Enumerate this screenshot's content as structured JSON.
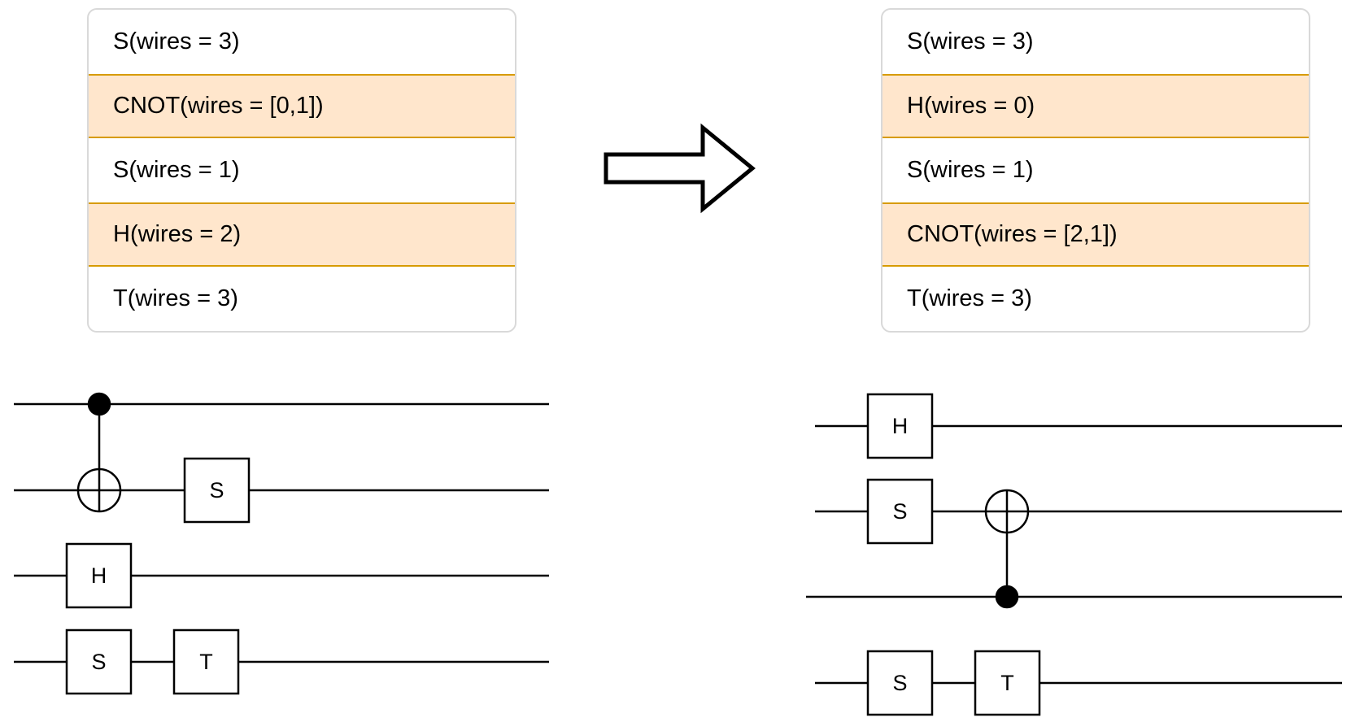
{
  "left_list": {
    "rows": [
      {
        "label": "S(wires = 3)",
        "highlighted": false
      },
      {
        "label": "CNOT(wires = [0,1])",
        "highlighted": true
      },
      {
        "label": "S(wires = 1)",
        "highlighted": false
      },
      {
        "label": "H(wires = 2)",
        "highlighted": true
      },
      {
        "label": "T(wires = 3)",
        "highlighted": false
      }
    ]
  },
  "right_list": {
    "rows": [
      {
        "label": "S(wires = 3)",
        "highlighted": false
      },
      {
        "label": "H(wires = 0)",
        "highlighted": true
      },
      {
        "label": "S(wires = 1)",
        "highlighted": false
      },
      {
        "label": "CNOT(wires = [2,1])",
        "highlighted": true
      },
      {
        "label": "T(wires = 3)",
        "highlighted": false
      }
    ]
  },
  "circuits": {
    "left": {
      "gates": {
        "s_wire1": "S",
        "h_wire2": "H",
        "s_wire3": "S",
        "t_wire3": "T"
      }
    },
    "right": {
      "gates": {
        "h_wire0": "H",
        "s_wire1": "S",
        "s_wire3": "S",
        "t_wire3": "T"
      }
    }
  },
  "colors": {
    "highlight_fill": "#ffe6cc",
    "highlight_border": "#d79b00",
    "list_border": "#d9d9d9"
  }
}
